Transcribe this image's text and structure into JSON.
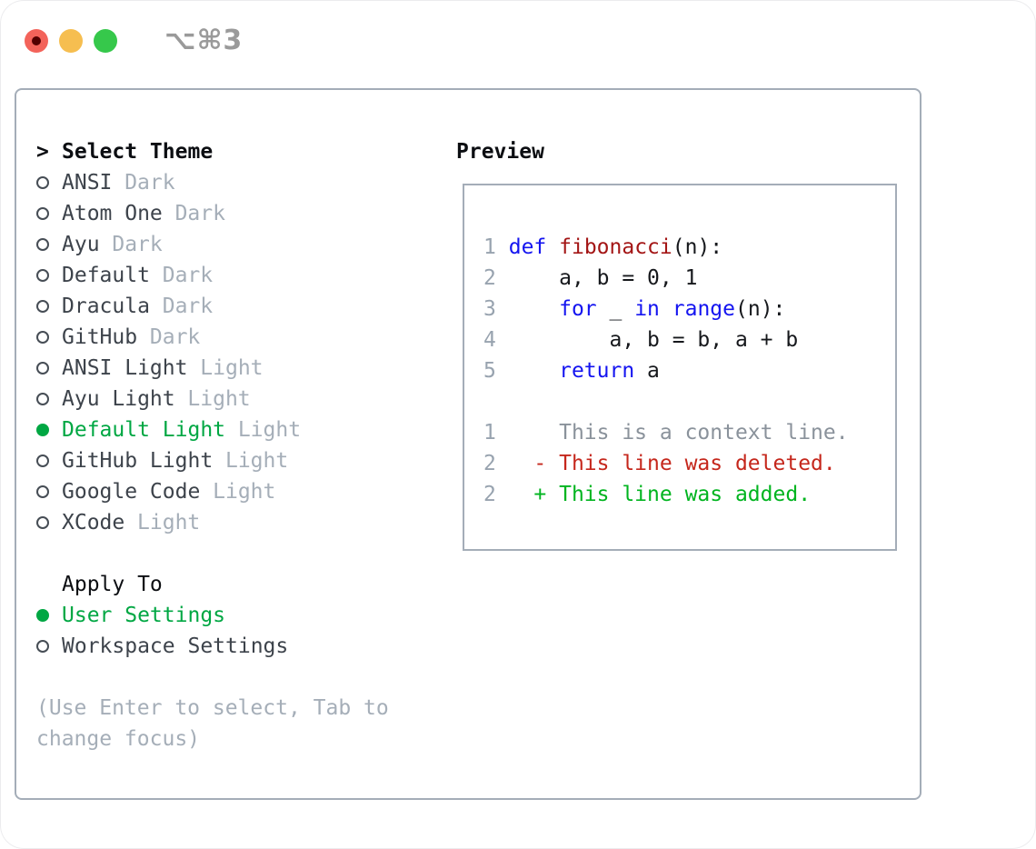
{
  "window": {
    "shortcut": "⌥⌘3",
    "traffic_lights": {
      "close_color": "#f3635a",
      "close_dot_color": "#530000",
      "minimize_color": "#f6be50",
      "zoom_color": "#36c84b"
    }
  },
  "colors": {
    "panel_border": "#a4adb8",
    "header_text": "#0c0e12",
    "item_text": "#3d434b",
    "tag_text": "#a5aeb8",
    "selected_green": "#00a743",
    "hint_text": "#a5aeb8",
    "shortcut_text": "#9a9a9a",
    "line_number": "#98a3af",
    "code_plain": "#16181c",
    "code_keyword": "#1414f0",
    "code_function": "#a31515",
    "diff_context": "#8a929b",
    "diff_deleted": "#c5271c",
    "diff_added": "#00b41f"
  },
  "theme_menu": {
    "title_prefix": ">",
    "title": "Select Theme",
    "items": [
      {
        "name": "ANSI",
        "tag": "Dark",
        "selected": false
      },
      {
        "name": "Atom One",
        "tag": "Dark",
        "selected": false
      },
      {
        "name": "Ayu",
        "tag": "Dark",
        "selected": false
      },
      {
        "name": "Default",
        "tag": "Dark",
        "selected": false
      },
      {
        "name": "Dracula",
        "tag": "Dark",
        "selected": false
      },
      {
        "name": "GitHub",
        "tag": "Dark",
        "selected": false
      },
      {
        "name": "ANSI Light",
        "tag": "Light",
        "selected": false
      },
      {
        "name": "Ayu Light",
        "tag": "Light",
        "selected": false
      },
      {
        "name": "Default Light",
        "tag": "Light",
        "selected": true
      },
      {
        "name": "GitHub Light",
        "tag": "Light",
        "selected": false
      },
      {
        "name": "Google Code",
        "tag": "Light",
        "selected": false
      },
      {
        "name": "XCode",
        "tag": "Light",
        "selected": false
      }
    ]
  },
  "apply_to": {
    "title": "Apply To",
    "options": [
      {
        "name": "User Settings",
        "selected": true
      },
      {
        "name": "Workspace Settings",
        "selected": false
      }
    ]
  },
  "hint": {
    "line1": "(Use Enter to select, Tab to",
    "line2": "change focus)"
  },
  "preview": {
    "title": "Preview",
    "lines": [
      {
        "num": "1",
        "segments": [
          [
            " ",
            "pl"
          ],
          [
            "def",
            "kw"
          ],
          [
            " ",
            "pl"
          ],
          [
            "fibonacci",
            "fn"
          ],
          [
            "(n):",
            "pl"
          ]
        ]
      },
      {
        "num": "2",
        "segments": [
          [
            "     a, b = 0, 1",
            "pl"
          ]
        ]
      },
      {
        "num": "3",
        "segments": [
          [
            "     ",
            "pl"
          ],
          [
            "for",
            "kw"
          ],
          [
            " _ ",
            "pl"
          ],
          [
            "in",
            "kw"
          ],
          [
            " ",
            "pl"
          ],
          [
            "range",
            "kw"
          ],
          [
            "(n):",
            "pl"
          ]
        ]
      },
      {
        "num": "4",
        "segments": [
          [
            "         a, b = b, a + b",
            "pl"
          ]
        ]
      },
      {
        "num": "5",
        "segments": [
          [
            "     ",
            "pl"
          ],
          [
            "return",
            "kw"
          ],
          [
            " a",
            "pl"
          ]
        ]
      },
      {
        "num": "",
        "segments": []
      },
      {
        "num": "1",
        "segments": [
          [
            "     This is a context line.",
            "ctx"
          ]
        ]
      },
      {
        "num": "2",
        "segments": [
          [
            "   - This line was deleted.",
            "del"
          ]
        ]
      },
      {
        "num": "2",
        "segments": [
          [
            "   + This line was added.",
            "add"
          ]
        ]
      }
    ]
  }
}
